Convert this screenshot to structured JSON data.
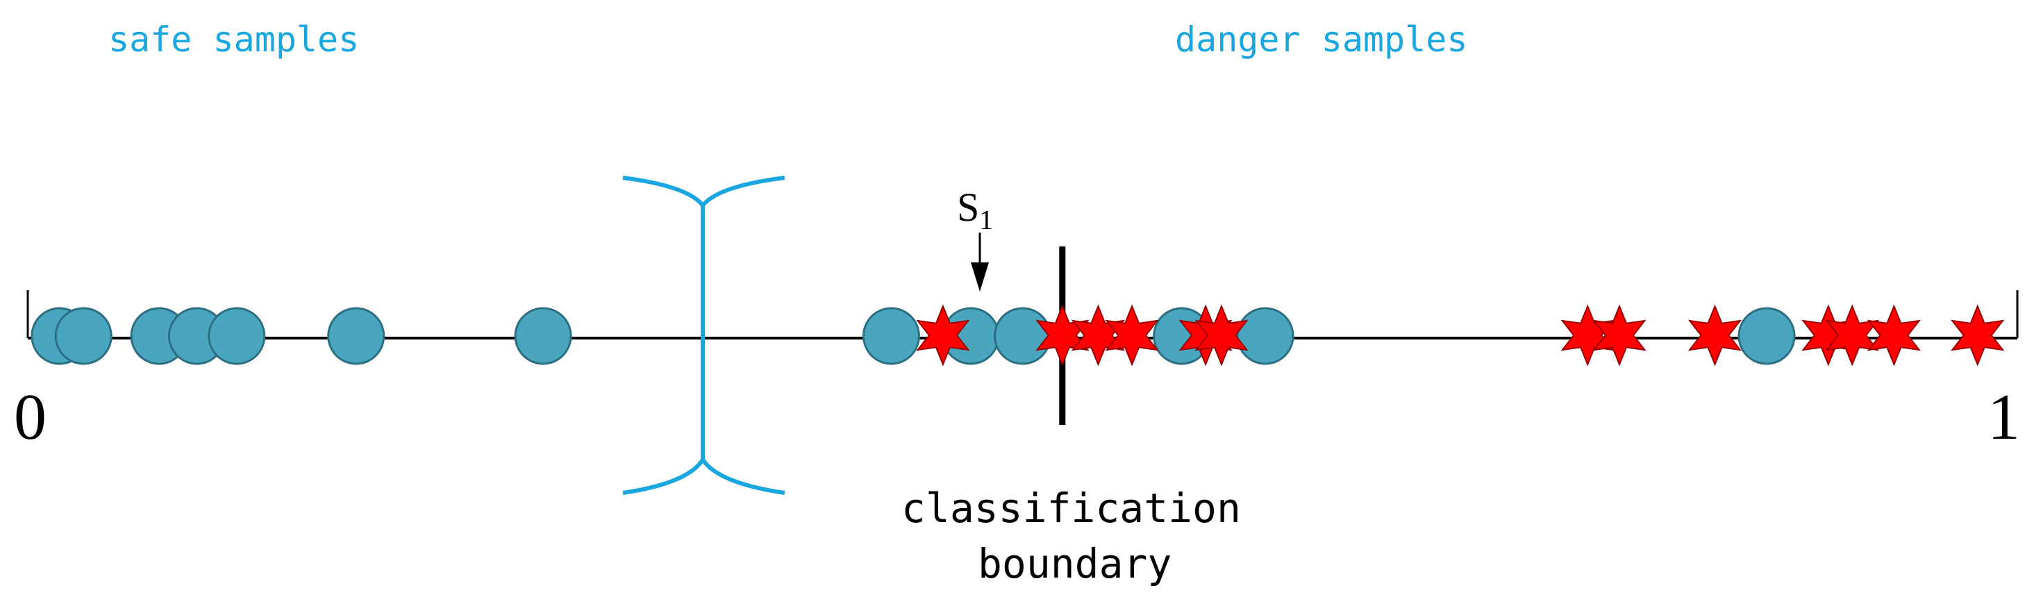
{
  "labels": {
    "safe": "safe samples",
    "danger": "danger samples",
    "boundary_line1": "classification",
    "boundary_line2": "boundary",
    "s1_main": "S",
    "s1_sub": "1",
    "axis_start": "0",
    "axis_end": "1"
  },
  "colors": {
    "label_color": "#1aa7e0",
    "circle_fill": "#4aa6bf",
    "circle_stroke": "#2c6f82",
    "star_fill": "#ff0000",
    "star_stroke": "#9a0000",
    "bracket_color": "#1aa7e0",
    "axis_color": "#000000"
  },
  "samples": {
    "circles": [
      0.016,
      0.028,
      0.066,
      0.085,
      0.105,
      0.165,
      0.259,
      0.434,
      0.474,
      0.5,
      0.58,
      0.622,
      0.874
    ],
    "stars": [
      0.46,
      0.52,
      0.538,
      0.555,
      0.592,
      0.6,
      0.784,
      0.8,
      0.848,
      0.905,
      0.917,
      0.938,
      0.98
    ]
  },
  "markers": {
    "boundary_position": 0.52,
    "bracket_position": 0.338,
    "s1_position": 0.474
  },
  "icons": {
    "sample": "circle",
    "danger_sample": "star",
    "pointer": "down-arrow",
    "bracket": "curly-bracket"
  }
}
